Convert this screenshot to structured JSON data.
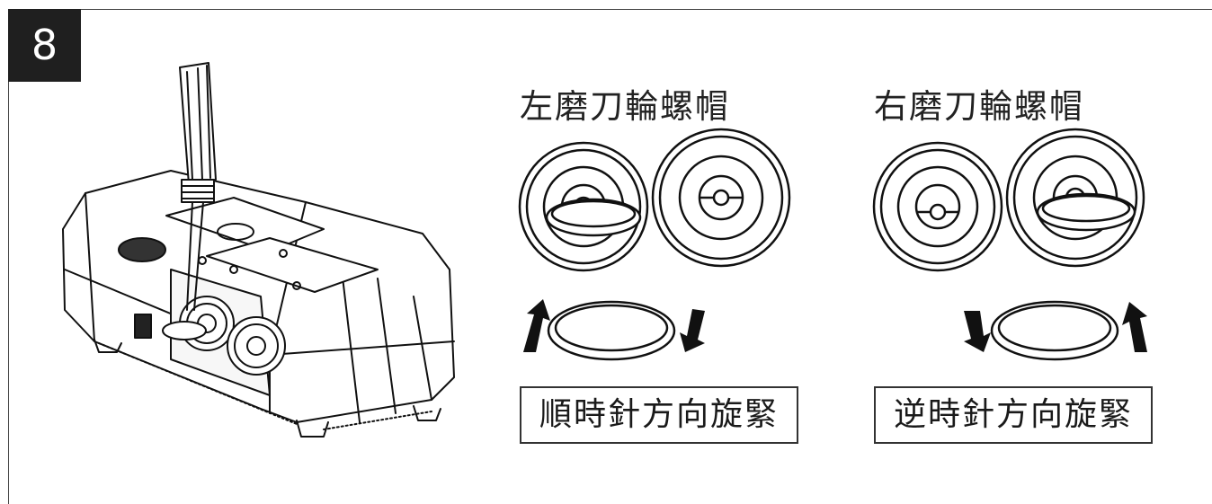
{
  "step_number": "8",
  "left_panel": {
    "title": "左磨刀輪螺帽",
    "direction_label": "順時針方向旋緊"
  },
  "right_panel": {
    "title": "右磨刀輪螺帽",
    "direction_label": "逆時針方向旋緊"
  },
  "colors": {
    "ink": "#1a1a1a",
    "badge": "#1f1f1f",
    "paper": "#ffffff"
  },
  "icons": [
    "screwdriver-icon",
    "sharpener-machine-illustration",
    "grinding-wheel-icon",
    "nut-icon",
    "rotate-arrow-icon"
  ]
}
